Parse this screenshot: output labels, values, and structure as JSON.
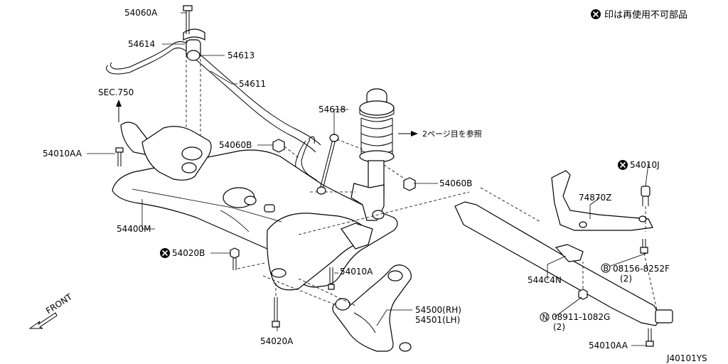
{
  "legend": {
    "text": "印は再使用不可部品"
  },
  "labels": {
    "p54060A": "54060A",
    "p54614": "54614",
    "p54613": "54613",
    "p54611": "54611",
    "sec750": "SEC.750",
    "p54618": "54618",
    "p54060B_top": "54060B",
    "p54010AA_left": "54010AA",
    "ref_page2": "2ページ目を参照",
    "p54060B_right": "54060B",
    "p54010J": "54010J",
    "p74870Z": "74870Z",
    "p54400M": "54400M",
    "p54020B": "54020B",
    "p54010A": "54010A",
    "p544C4N": "544C4N",
    "p08156": "08156-8252F",
    "p08156_qty": "(2)",
    "p54500": "54500(RH)",
    "p54501": "54501(LH)",
    "p08911": "08911-1082G",
    "p08911_qty": "(2)",
    "p54020A": "54020A",
    "p54010AA_right": "54010AA",
    "front": "FRONT",
    "diagram_id": "J40101YS",
    "badge_B": "B",
    "badge_N": "N"
  }
}
